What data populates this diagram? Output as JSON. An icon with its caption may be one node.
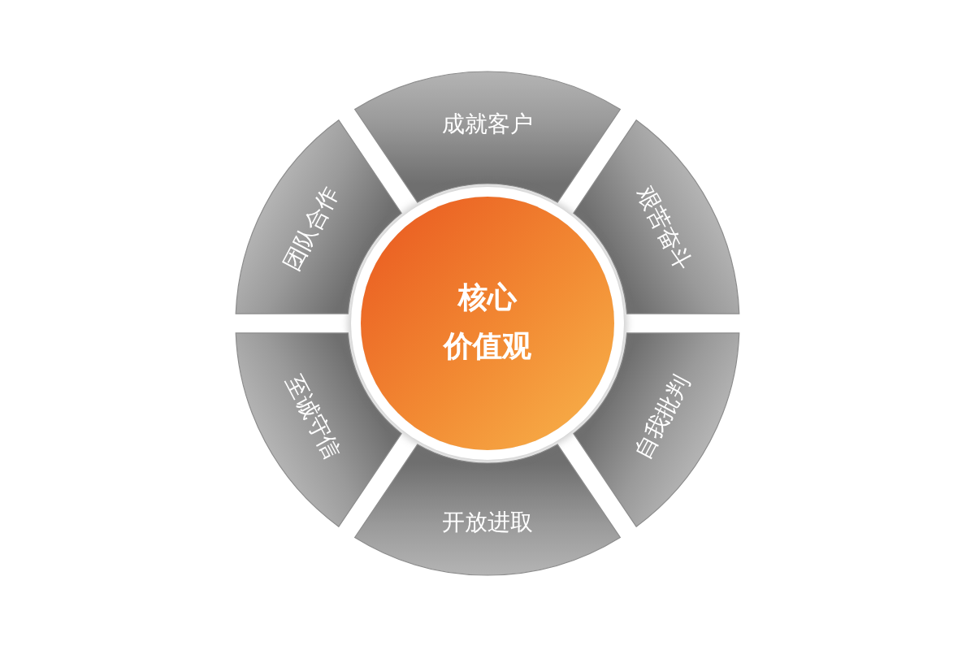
{
  "diagram": {
    "nodes": [
      {
        "text": [
          "核心",
          "价值观"
        ]
      },
      {
        "text": [
          "成就客户"
        ]
      },
      {
        "text": [
          "艰苦奋斗"
        ]
      },
      {
        "text": [
          "自我批判"
        ]
      },
      {
        "text": [
          "开放进取"
        ]
      },
      {
        "text": [
          "至诚守信"
        ]
      },
      {
        "text": [
          "团队合作"
        ]
      }
    ]
  }
}
